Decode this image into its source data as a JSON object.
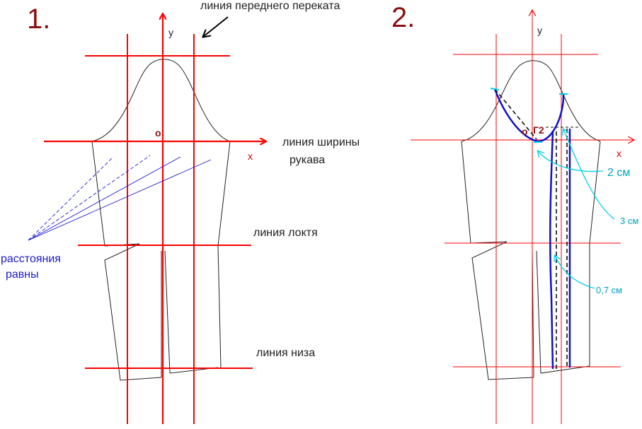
{
  "panels": [
    {
      "number": "1.",
      "axis_y": "y",
      "axis_x": "x",
      "origin": "o",
      "labels": {
        "front_roll_line": "линия переднего переката",
        "sleeve_width_line_1": "линия ширины",
        "sleeve_width_line_2": "рукава",
        "elbow_line": "линия локтя",
        "hem_line": "линия низа",
        "distances_equal_1": "расстояния",
        "distances_equal_2": "равны"
      }
    },
    {
      "number": "2.",
      "axis_y": "y",
      "axis_x": "x",
      "origin": "o",
      "point_label": "Г2",
      "measurements": {
        "m1": "2 см",
        "m2": "3 см",
        "m3": "0,7 см"
      }
    }
  ],
  "colors": {
    "construction": "#ff0000",
    "outline": "#222222",
    "guides": "#1a1acc",
    "seam": "#1010c8",
    "annotation": "#00cfe8",
    "panel_number": "#8b1010"
  }
}
